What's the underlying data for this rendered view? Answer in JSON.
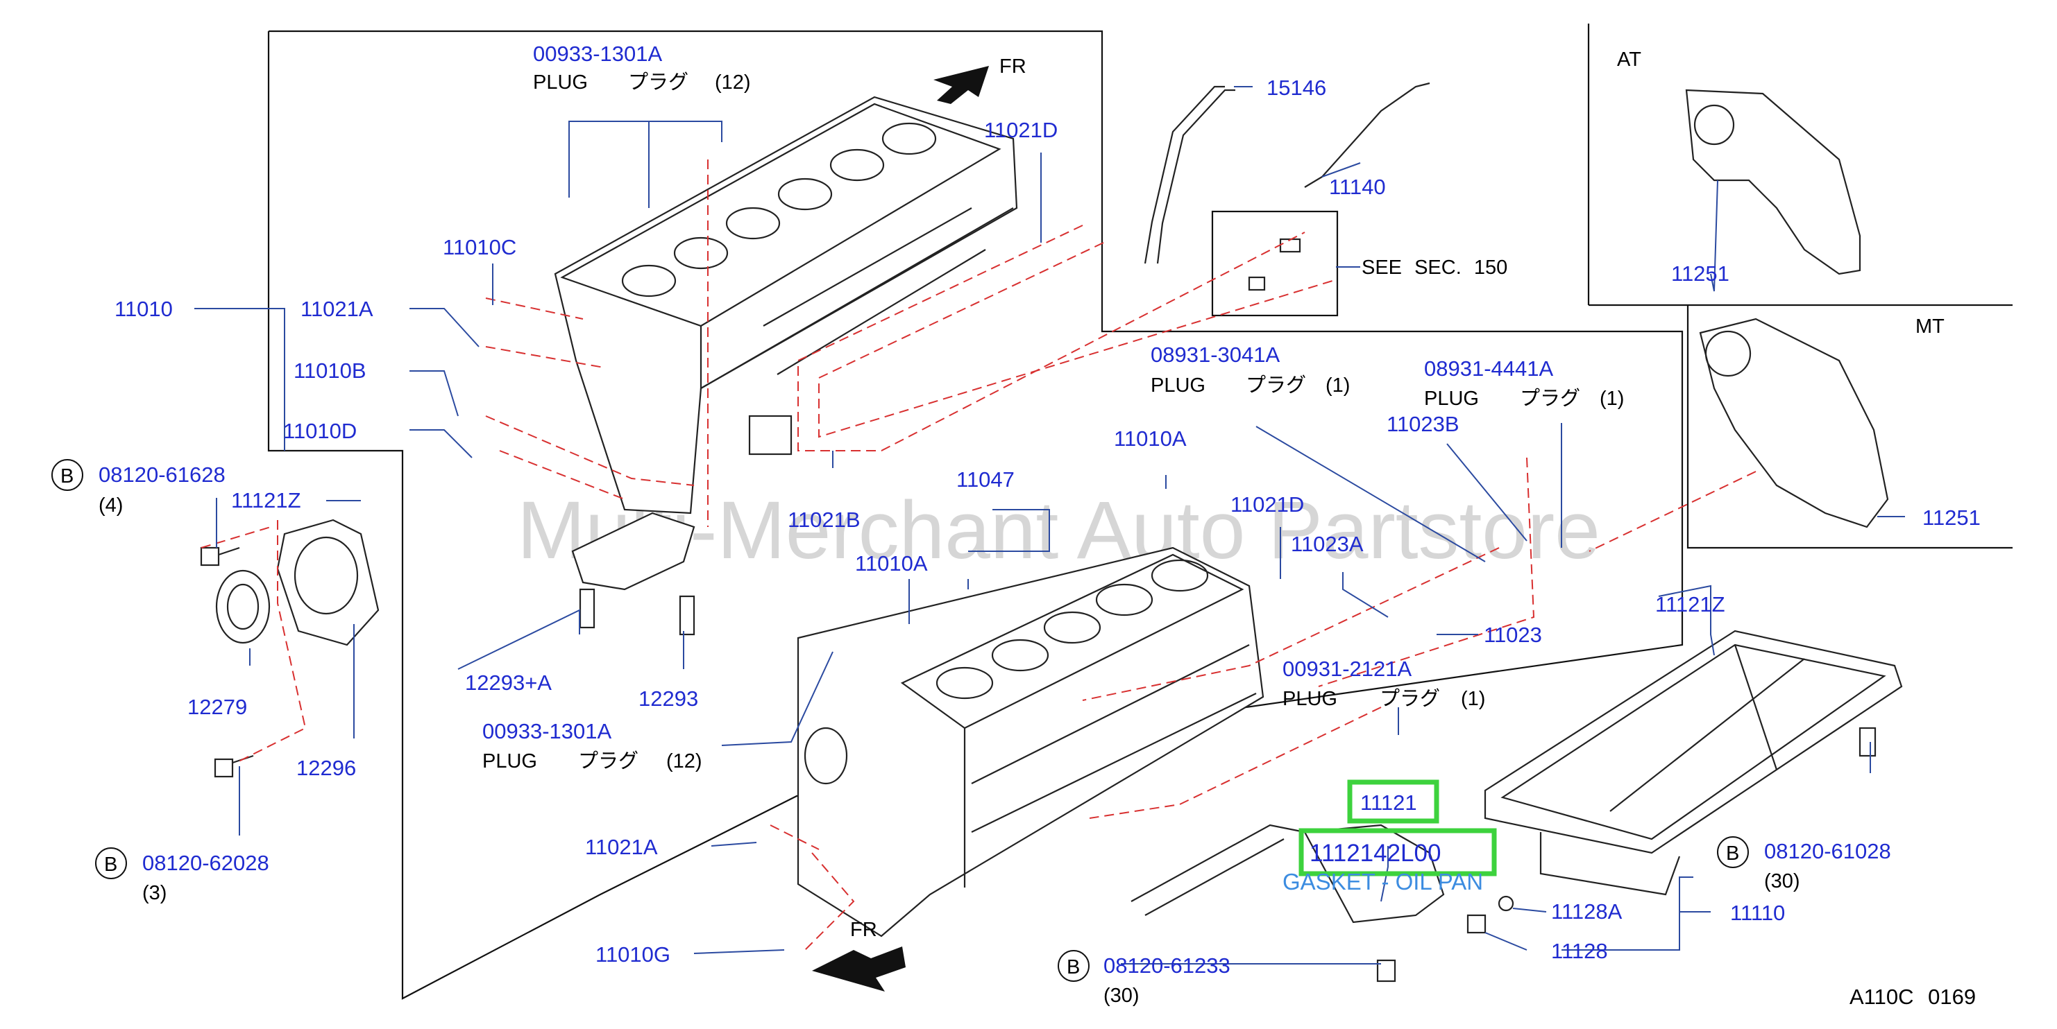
{
  "watermark": "Multi-Merchant Auto Partstore",
  "diagram_code": "A110C 0169",
  "fr_label": "FR",
  "at_label": "AT",
  "mt_label": "MT",
  "see_section": "SEE SEC. 150",
  "plug_en": "PLUG",
  "plug_jp": "プラグ",
  "highlight": {
    "part_no": "11121",
    "oem_no": "1112142L00",
    "caption": "GASKET - OIL PAN"
  },
  "bolt_badge": "B",
  "parts": {
    "p00933a": "00933-1301A",
    "p00933a_qty": "(12)",
    "p00933b": "00933-1301A",
    "p00933b_qty": "(12)",
    "p11021D_top": "11021D",
    "p15146": "15146",
    "p11140": "11140",
    "p11010C": "11010C",
    "p11010": "11010",
    "p11021A_top": "11021A",
    "p11010B": "11010B",
    "p11010D": "11010D",
    "p08931_3041": "08931-3041A",
    "p08931_3041_qty": "(1)",
    "p08931_4441": "08931-4441A",
    "p08931_4441_qty": "(1)",
    "p11023B": "11023B",
    "p08120_61628": "08120-61628",
    "p08120_61628_qty": "(4)",
    "p11121Z_left": "11121Z",
    "p11021B": "11021B",
    "p11010A_top": "11010A",
    "p11047": "11047",
    "p11021D_mid": "11021D",
    "p11023A": "11023A",
    "p11010A_mid": "11010A",
    "p11023": "11023",
    "p00931": "00931-2121A",
    "p00931_qty": "(1)",
    "p12279": "12279",
    "p12293A": "12293+A",
    "p12293": "12293",
    "p12296": "12296",
    "p08120_62028": "08120-62028",
    "p08120_62028_qty": "(3)",
    "p11021A_bot": "11021A",
    "p11010G": "11010G",
    "p08120_61233": "08120-61233",
    "p08120_61233_qty": "(30)",
    "p11251_at": "11251",
    "p11251_mt": "11251",
    "p11121Z_right": "11121Z",
    "p08120_61028": "08120-61028",
    "p08120_61028_qty": "(30)",
    "p11128A": "11128A",
    "p11110": "11110",
    "p11128": "11128"
  }
}
